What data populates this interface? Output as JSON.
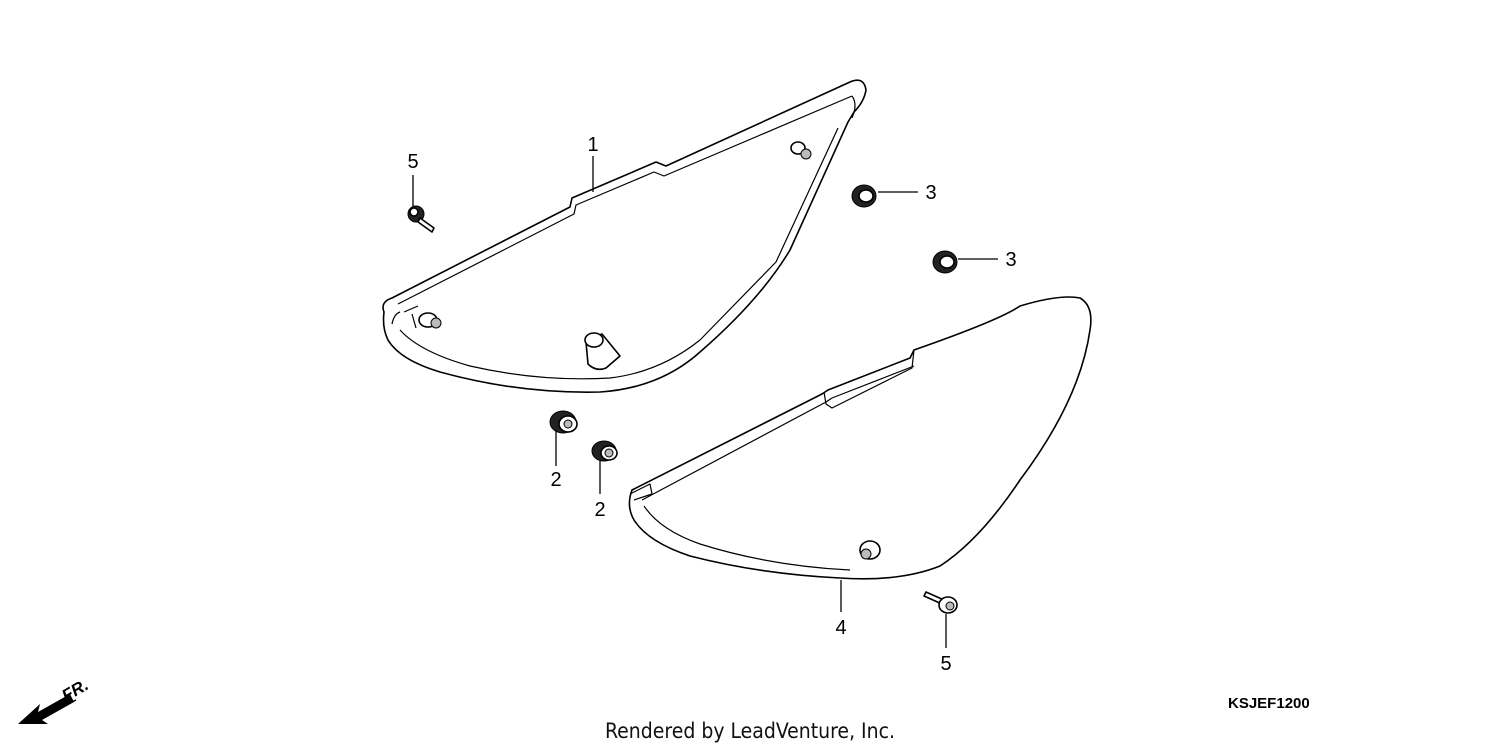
{
  "diagram": {
    "callouts": [
      {
        "id": "c1",
        "label": "1"
      },
      {
        "id": "c2a",
        "label": "2"
      },
      {
        "id": "c2b",
        "label": "2"
      },
      {
        "id": "c3a",
        "label": "3"
      },
      {
        "id": "c3b",
        "label": "3"
      },
      {
        "id": "c4",
        "label": "4"
      },
      {
        "id": "c5a",
        "label": "5"
      },
      {
        "id": "c5b",
        "label": "5"
      }
    ],
    "direction_label": "FR.",
    "diagram_code": "KSJEF1200",
    "credit": "Rendered by LeadVenture, Inc."
  }
}
